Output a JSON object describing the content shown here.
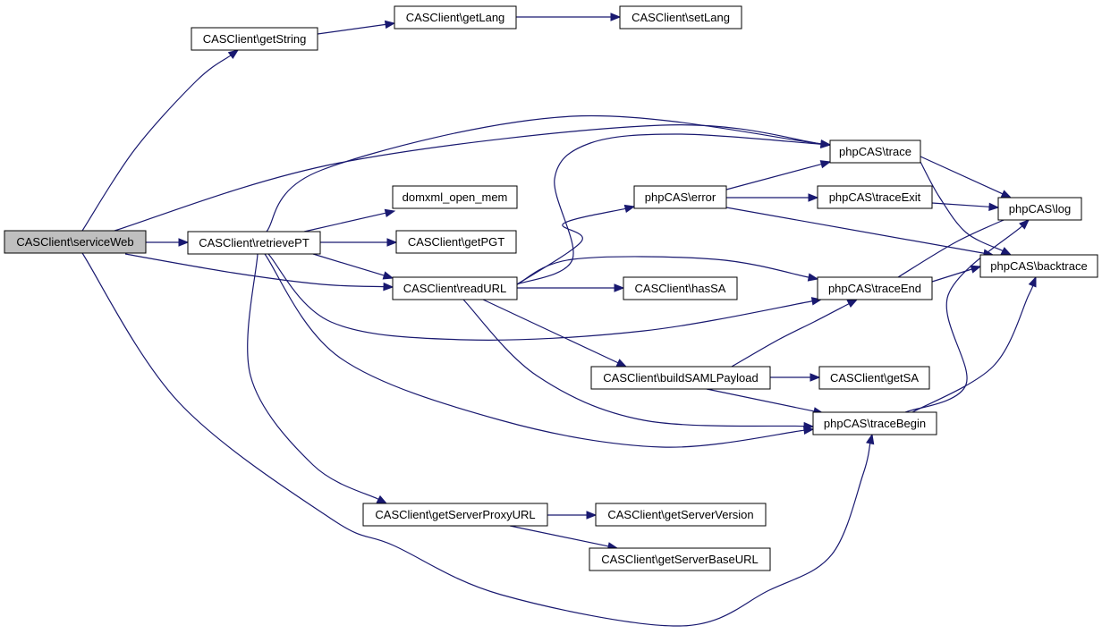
{
  "nodes": [
    {
      "id": "serviceWeb",
      "label": "CASClient\\serviceWeb",
      "root": true
    },
    {
      "id": "getString",
      "label": "CASClient\\getString"
    },
    {
      "id": "getLang",
      "label": "CASClient\\getLang"
    },
    {
      "id": "setLang",
      "label": "CASClient\\setLang"
    },
    {
      "id": "retrievePT",
      "label": "CASClient\\retrievePT"
    },
    {
      "id": "domxml",
      "label": "domxml_open_mem"
    },
    {
      "id": "getPGT",
      "label": "CASClient\\getPGT"
    },
    {
      "id": "readURL",
      "label": "CASClient\\readURL"
    },
    {
      "id": "getServerProxyURL",
      "label": "CASClient\\getServerProxyURL"
    },
    {
      "id": "phpError",
      "label": "phpCAS\\error"
    },
    {
      "id": "hasSA",
      "label": "CASClient\\hasSA"
    },
    {
      "id": "buildSAML",
      "label": "CASClient\\buildSAMLPayload"
    },
    {
      "id": "getServerVersion",
      "label": "CASClient\\getServerVersion"
    },
    {
      "id": "getServerBaseURL",
      "label": "CASClient\\getServerBaseURL"
    },
    {
      "id": "trace",
      "label": "phpCAS\\trace"
    },
    {
      "id": "traceExit",
      "label": "phpCAS\\traceExit"
    },
    {
      "id": "traceEnd",
      "label": "phpCAS\\traceEnd"
    },
    {
      "id": "getSA",
      "label": "CASClient\\getSA"
    },
    {
      "id": "traceBegin",
      "label": "phpCAS\\traceBegin"
    },
    {
      "id": "log",
      "label": "phpCAS\\log"
    },
    {
      "id": "backtrace",
      "label": "phpCAS\\backtrace"
    }
  ],
  "edges": [
    {
      "from": "serviceWeb",
      "to": "getString"
    },
    {
      "from": "serviceWeb",
      "to": "trace"
    },
    {
      "from": "serviceWeb",
      "to": "retrievePT"
    },
    {
      "from": "serviceWeb",
      "to": "readURL"
    },
    {
      "from": "serviceWeb",
      "to": "traceBegin"
    },
    {
      "from": "getString",
      "to": "getLang"
    },
    {
      "from": "getLang",
      "to": "setLang"
    },
    {
      "from": "retrievePT",
      "to": "trace"
    },
    {
      "from": "retrievePT",
      "to": "domxml"
    },
    {
      "from": "retrievePT",
      "to": "getPGT"
    },
    {
      "from": "retrievePT",
      "to": "readURL"
    },
    {
      "from": "retrievePT",
      "to": "traceEnd"
    },
    {
      "from": "retrievePT",
      "to": "traceBegin"
    },
    {
      "from": "retrievePT",
      "to": "getServerProxyURL"
    },
    {
      "from": "readURL",
      "to": "trace"
    },
    {
      "from": "readURL",
      "to": "phpError"
    },
    {
      "from": "readURL",
      "to": "traceEnd"
    },
    {
      "from": "readURL",
      "to": "hasSA"
    },
    {
      "from": "readURL",
      "to": "buildSAML"
    },
    {
      "from": "readURL",
      "to": "traceBegin"
    },
    {
      "from": "phpError",
      "to": "trace"
    },
    {
      "from": "phpError",
      "to": "traceExit"
    },
    {
      "from": "phpError",
      "to": "backtrace"
    },
    {
      "from": "trace",
      "to": "log"
    },
    {
      "from": "trace",
      "to": "backtrace"
    },
    {
      "from": "traceExit",
      "to": "log"
    },
    {
      "from": "traceEnd",
      "to": "log"
    },
    {
      "from": "traceEnd",
      "to": "backtrace"
    },
    {
      "from": "buildSAML",
      "to": "traceEnd"
    },
    {
      "from": "buildSAML",
      "to": "getSA"
    },
    {
      "from": "buildSAML",
      "to": "traceBegin"
    },
    {
      "from": "traceBegin",
      "to": "log"
    },
    {
      "from": "traceBegin",
      "to": "backtrace"
    },
    {
      "from": "getServerProxyURL",
      "to": "getServerVersion"
    },
    {
      "from": "getServerProxyURL",
      "to": "getServerBaseURL"
    }
  ]
}
